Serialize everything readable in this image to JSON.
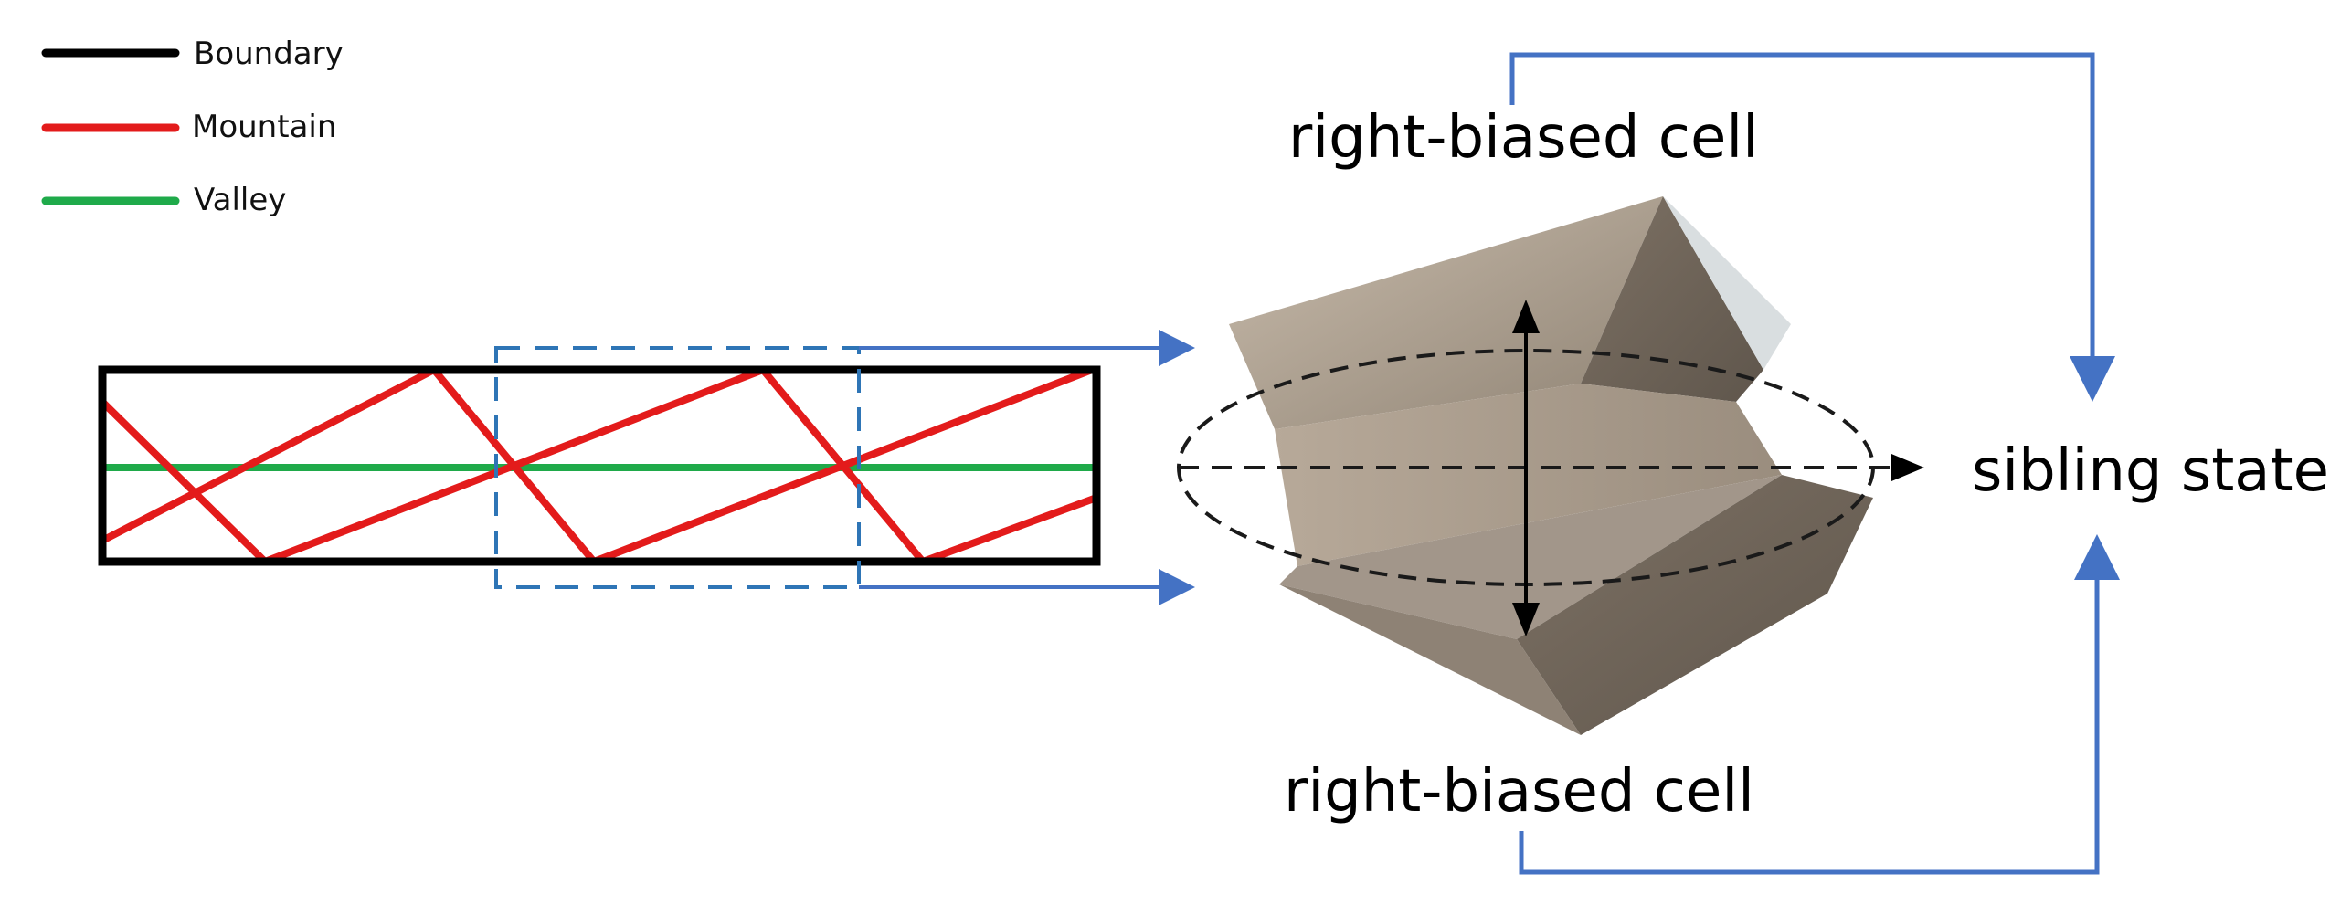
{
  "legend": {
    "items": [
      {
        "label": "Boundary",
        "color": "#000000"
      },
      {
        "label": "Mountain",
        "color": "#e31b1b"
      },
      {
        "label": "Valley",
        "color": "#1faa4a"
      }
    ]
  },
  "labels": {
    "top_cell": "right-biased cell",
    "bottom_cell": "right-biased cell",
    "result": "sibling state"
  },
  "colors": {
    "flow_arrow": "#4472c4",
    "dashed_cell": "#2e75b6",
    "crease_surface": "#a39585"
  }
}
